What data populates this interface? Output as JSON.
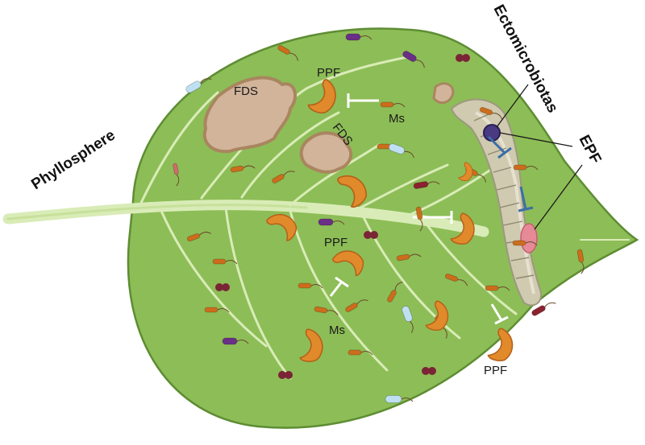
{
  "labels": {
    "phyllosphere": "Phyllosphere",
    "ectomicrobiotas": "Ectomicrobiotas",
    "epf": "EPF",
    "fds_1": "FDS",
    "fds_2": "FDS",
    "ppf_1": "PPF",
    "ppf_2": "PPF",
    "ppf_3": "PPF",
    "ms_1": "Ms",
    "ms_2": "Ms"
  },
  "colors": {
    "leaf": "#8dbd57",
    "leaf_edge": "#5e8d33",
    "vein": "#d9ecb7",
    "fds_fill": "#d2b49b",
    "fds_edge": "#a9865f",
    "fungus": "#e08a2b",
    "fungus_dark": "#b5601a",
    "rod_orange": "#cc6d1c",
    "rod_purple": "#6a2f86",
    "rod_blue": "#bfe0f2",
    "coccus": "#7a2436",
    "inhibit_white": "#ffffff",
    "inhibit_blue": "#3c6ea8",
    "larva": "#cfcab0",
    "epf_spot": "#e58a96",
    "ecto_ball": "#4a3a82"
  },
  "icons": {
    "fds": "fungal-damage-spot-icon",
    "ppf": "crescent-fungus-icon",
    "rod": "rod-bacterium-icon",
    "coccus": "diplococcus-icon",
    "larva": "caterpillar-larva-icon",
    "inhibit": "inhibition-arrow-icon"
  }
}
